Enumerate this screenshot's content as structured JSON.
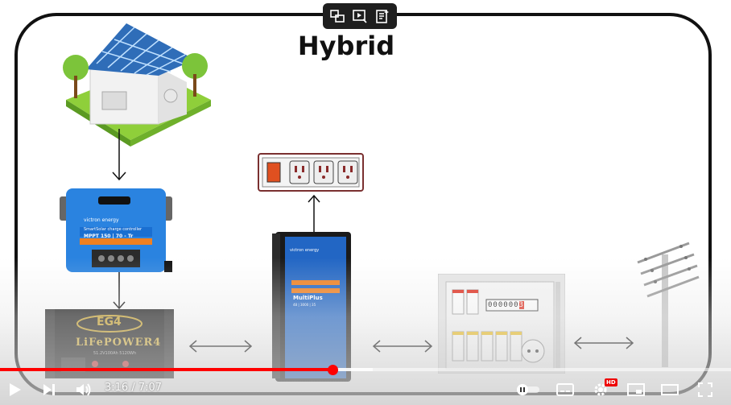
{
  "video": {
    "title_overlay": "Hybrid",
    "time_current": "3:16",
    "time_separator": " / ",
    "time_total": "7:07",
    "progress_fraction": 0.455,
    "buffered_fraction": 0.51
  },
  "topbar": {
    "icons": [
      "switch-screen-icon",
      "play-queue-icon",
      "playlist-add-icon"
    ]
  },
  "diagram": {
    "house_label": "",
    "controller": {
      "brand": "victron energy",
      "line1": "SmartSolar charge controller",
      "line2": "MPPT 150 | 70 - Tr"
    },
    "battery": {
      "brand": "EG4",
      "model": "LiFePOWER4",
      "spec": "51.2V100Ah 5120Wh"
    },
    "inverter": {
      "brand": "victron energy",
      "model": "MultiPlus",
      "spec": "48 | 3000 | 35"
    },
    "meter_reading": [
      "0",
      "0",
      "0",
      "0",
      "0",
      "0",
      "3"
    ]
  },
  "colors": {
    "accent": "#ff0000",
    "victron_blue": "#1a6fd1",
    "frame": "#111111"
  }
}
